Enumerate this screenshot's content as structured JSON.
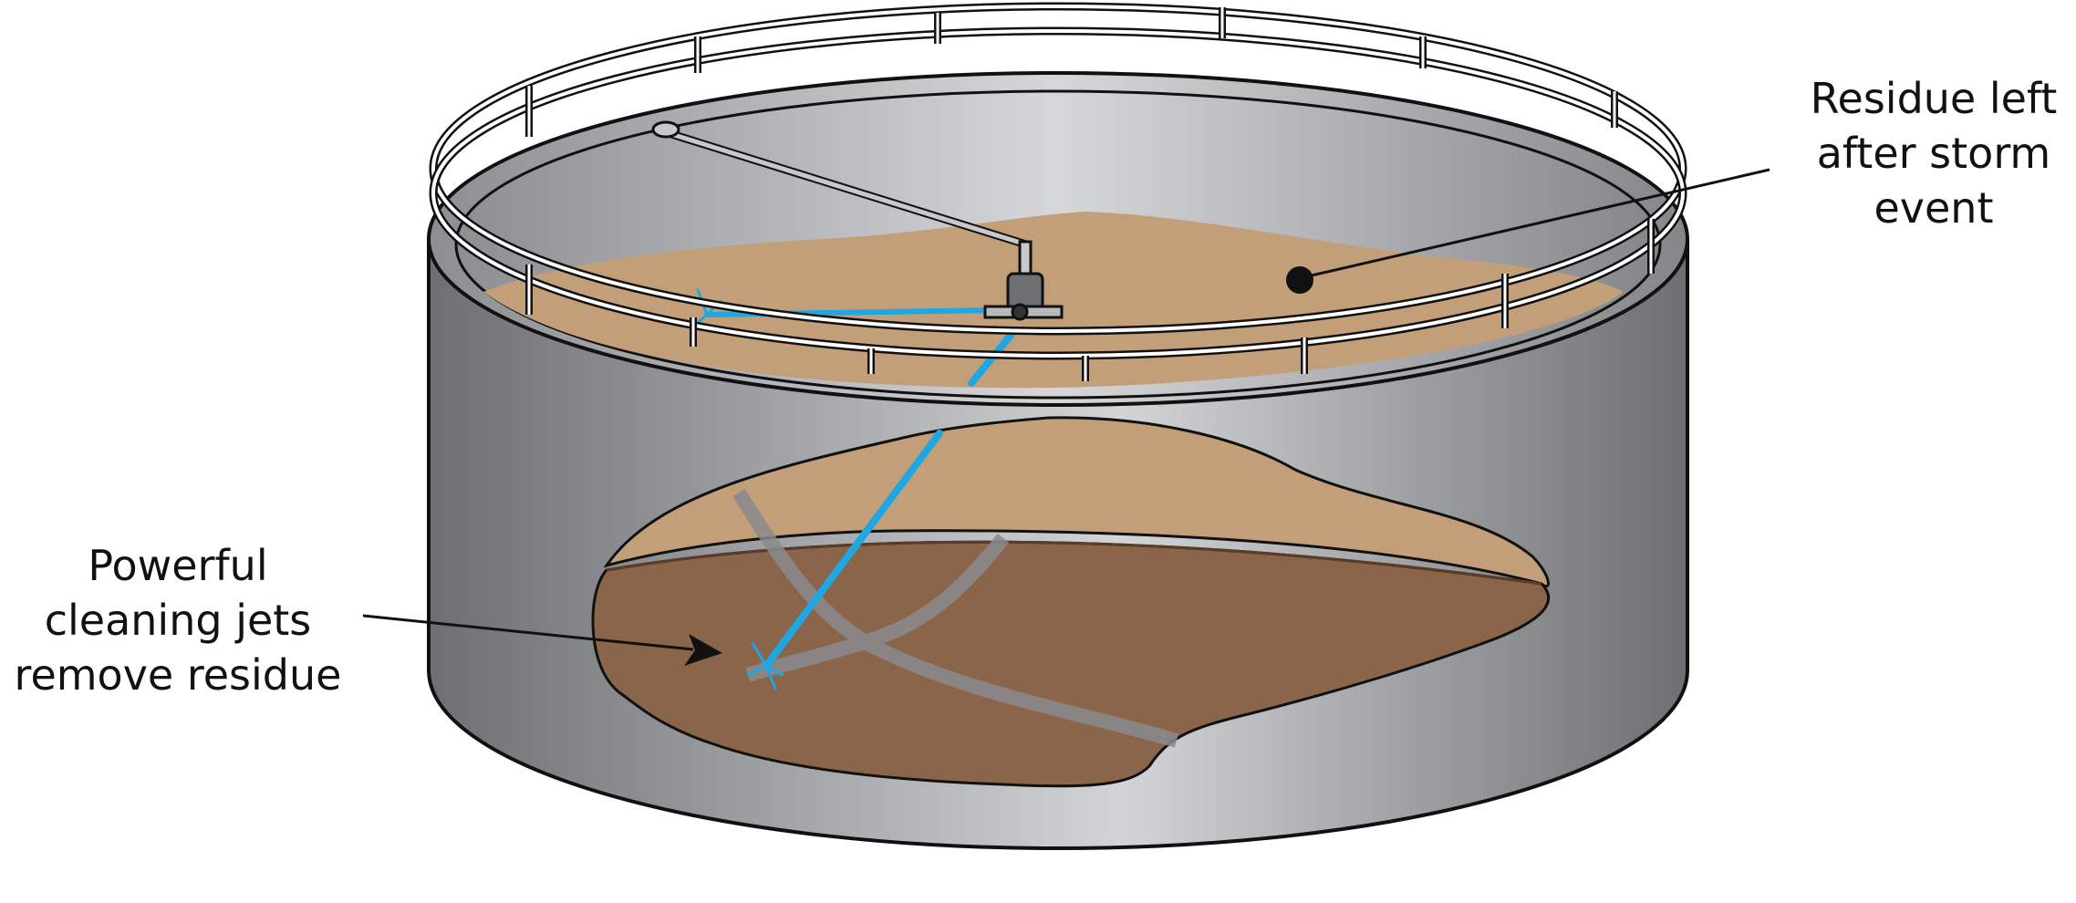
{
  "annotations": {
    "residue_left": [
      "Residue left",
      "after storm",
      "event"
    ],
    "cleaning_jets": [
      "Powerful",
      "cleaning jets",
      "remove residue"
    ]
  },
  "colors": {
    "tank_dark": "#6e6f73",
    "tank_light": "#d3d4d6",
    "residue_light": "#c29f79",
    "residue_dark": "#8b6549",
    "jet_blue": "#1ea7e1",
    "outline": "#111111"
  }
}
